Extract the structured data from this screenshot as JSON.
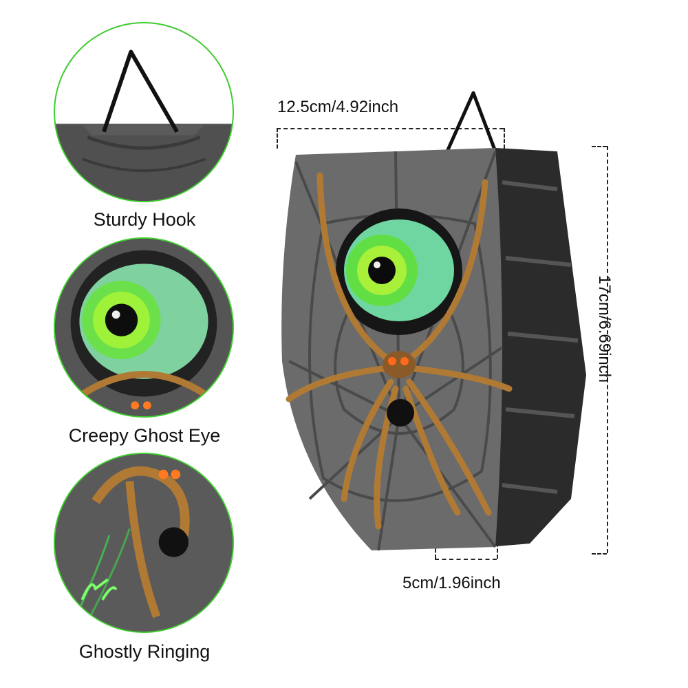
{
  "features": [
    {
      "caption": "Sturdy Hook"
    },
    {
      "caption": "Creepy Ghost Eye"
    },
    {
      "caption": "Ghostly Ringing"
    }
  ],
  "dimensions": {
    "width": "12.5cm/4.92inch",
    "height": "17cm/6.69inch",
    "depth": "5cm/1.96inch"
  },
  "colors": {
    "accent_ring": "#3fcf2f",
    "eye_green": "#4fe04a",
    "spider_gold": "#b07a35",
    "stone": "#6a6a6a"
  }
}
